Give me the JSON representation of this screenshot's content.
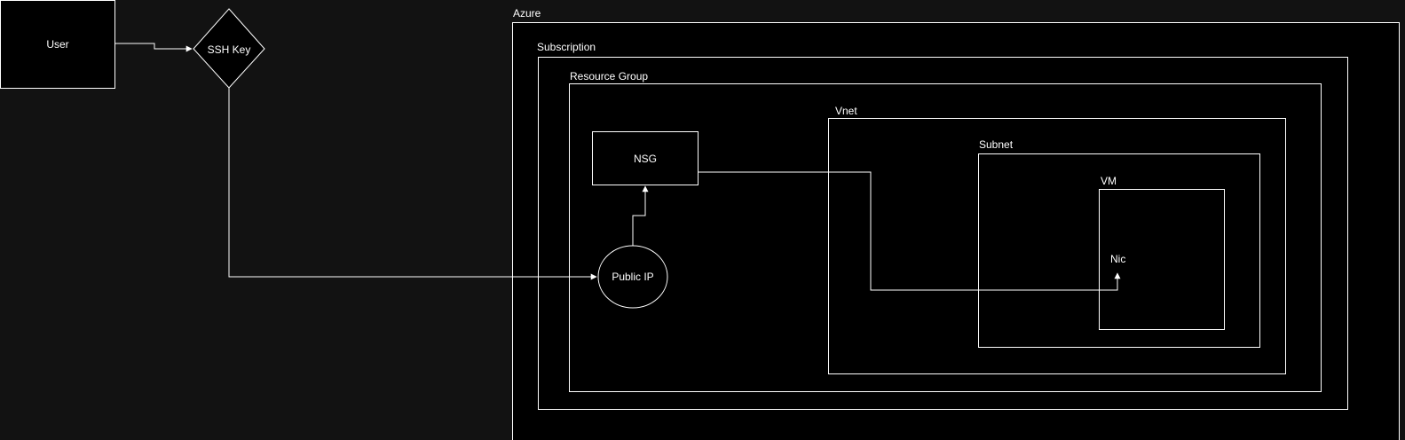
{
  "nodes": {
    "user": "User",
    "ssh_key": "SSH Key",
    "nsg": "NSG",
    "public_ip": "Public IP",
    "nic": "Nic"
  },
  "containers": {
    "azure": "Azure",
    "subscription": "Subscription",
    "resource_group": "Resource Group",
    "vnet": "Vnet",
    "subnet": "Subnet",
    "vm": "VM"
  },
  "colors": {
    "canvas": "#121212",
    "shape_fill": "#000000",
    "stroke": "#ffffff"
  }
}
